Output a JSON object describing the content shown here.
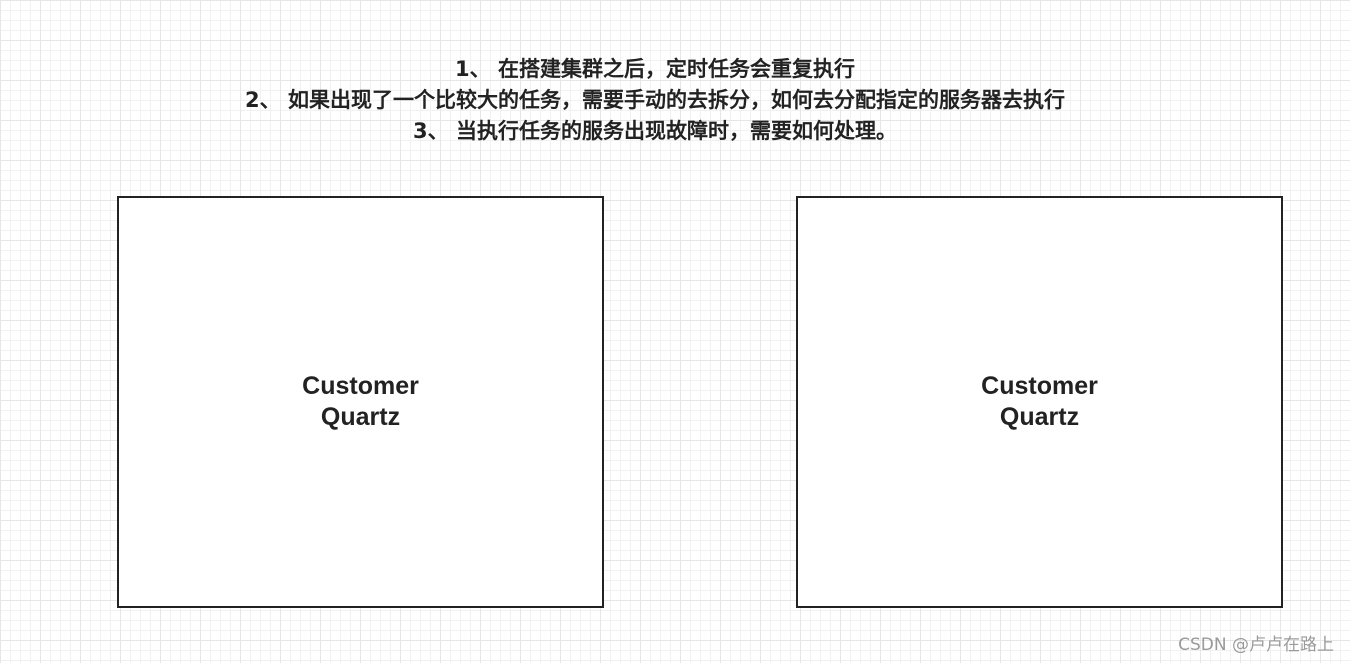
{
  "notes": [
    "1、 在搭建集群之后，定时任务会重复执行",
    "2、 如果出现了一个比较大的任务，需要手动的去拆分，如何去分配指定的服务器去执行",
    "3、 当执行任务的服务出现故障时，需要如何处理。"
  ],
  "boxes": [
    {
      "line1": "Customer",
      "line2": "Quartz"
    },
    {
      "line1": "Customer",
      "line2": "Quartz"
    }
  ],
  "watermark": "CSDN @卢卢在路上"
}
